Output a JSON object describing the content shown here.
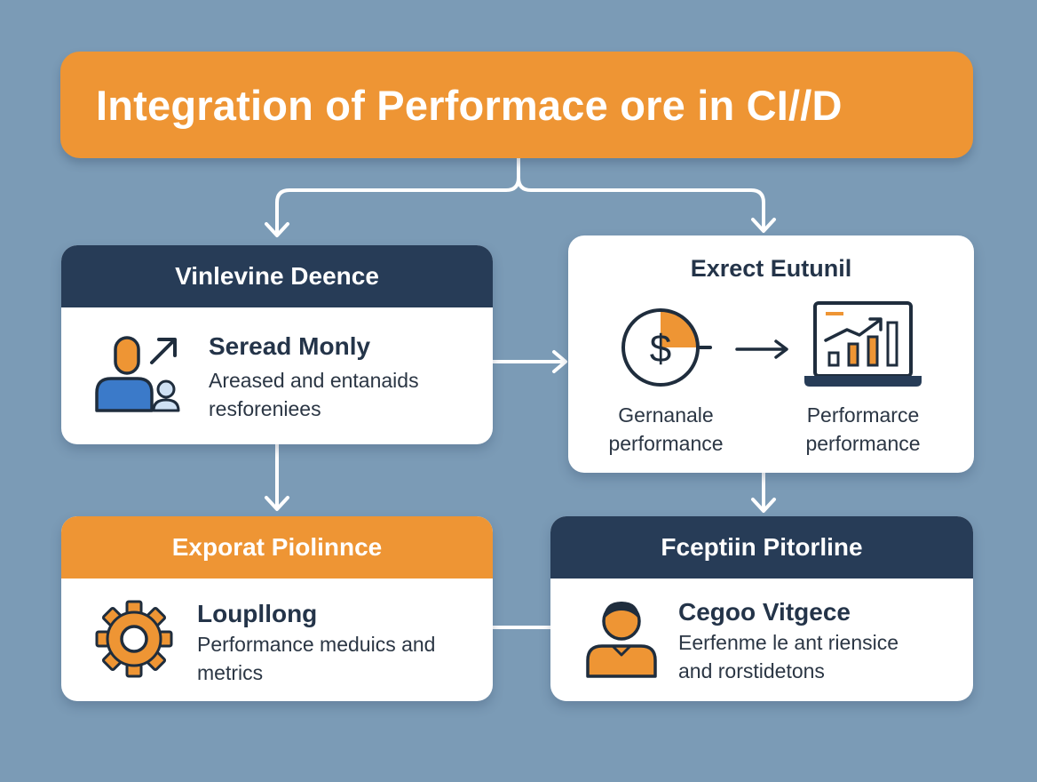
{
  "title": "Integration of Performace ore in CI//D",
  "colors": {
    "background": "#7b9bb6",
    "accent_orange": "#ee9534",
    "navy": "#273c57",
    "card": "#ffffff",
    "connector": "#ffffff"
  },
  "cards": {
    "top_left": {
      "header": "Vinlevine Deence",
      "item_title": "Seread Monly",
      "item_desc_line1": "Areased and entanaids",
      "item_desc_line2": "resforeniees",
      "icon": "user-arrow-icon"
    },
    "top_right": {
      "header": "Exrect Eutunil",
      "left_caption_line1": "Gernanale",
      "left_caption_line2": "performance",
      "right_caption_line1": "Performarce",
      "right_caption_line2": "performance",
      "left_icon": "dollar-clock-icon",
      "right_icon": "laptop-chart-icon"
    },
    "bottom_left": {
      "header": "Exporat Piolinnce",
      "item_title": "Loupllong",
      "item_desc_line1": "Performance meduics and",
      "item_desc_line2": "metrics",
      "icon": "gear-icon"
    },
    "bottom_right": {
      "header": "Fceptiin Pitorline",
      "item_title": "Cegoo Vitgece",
      "item_desc_line1": "Eerfenme le ant riensice",
      "item_desc_line2": "and rorstidetons",
      "icon": "person-icon"
    }
  }
}
